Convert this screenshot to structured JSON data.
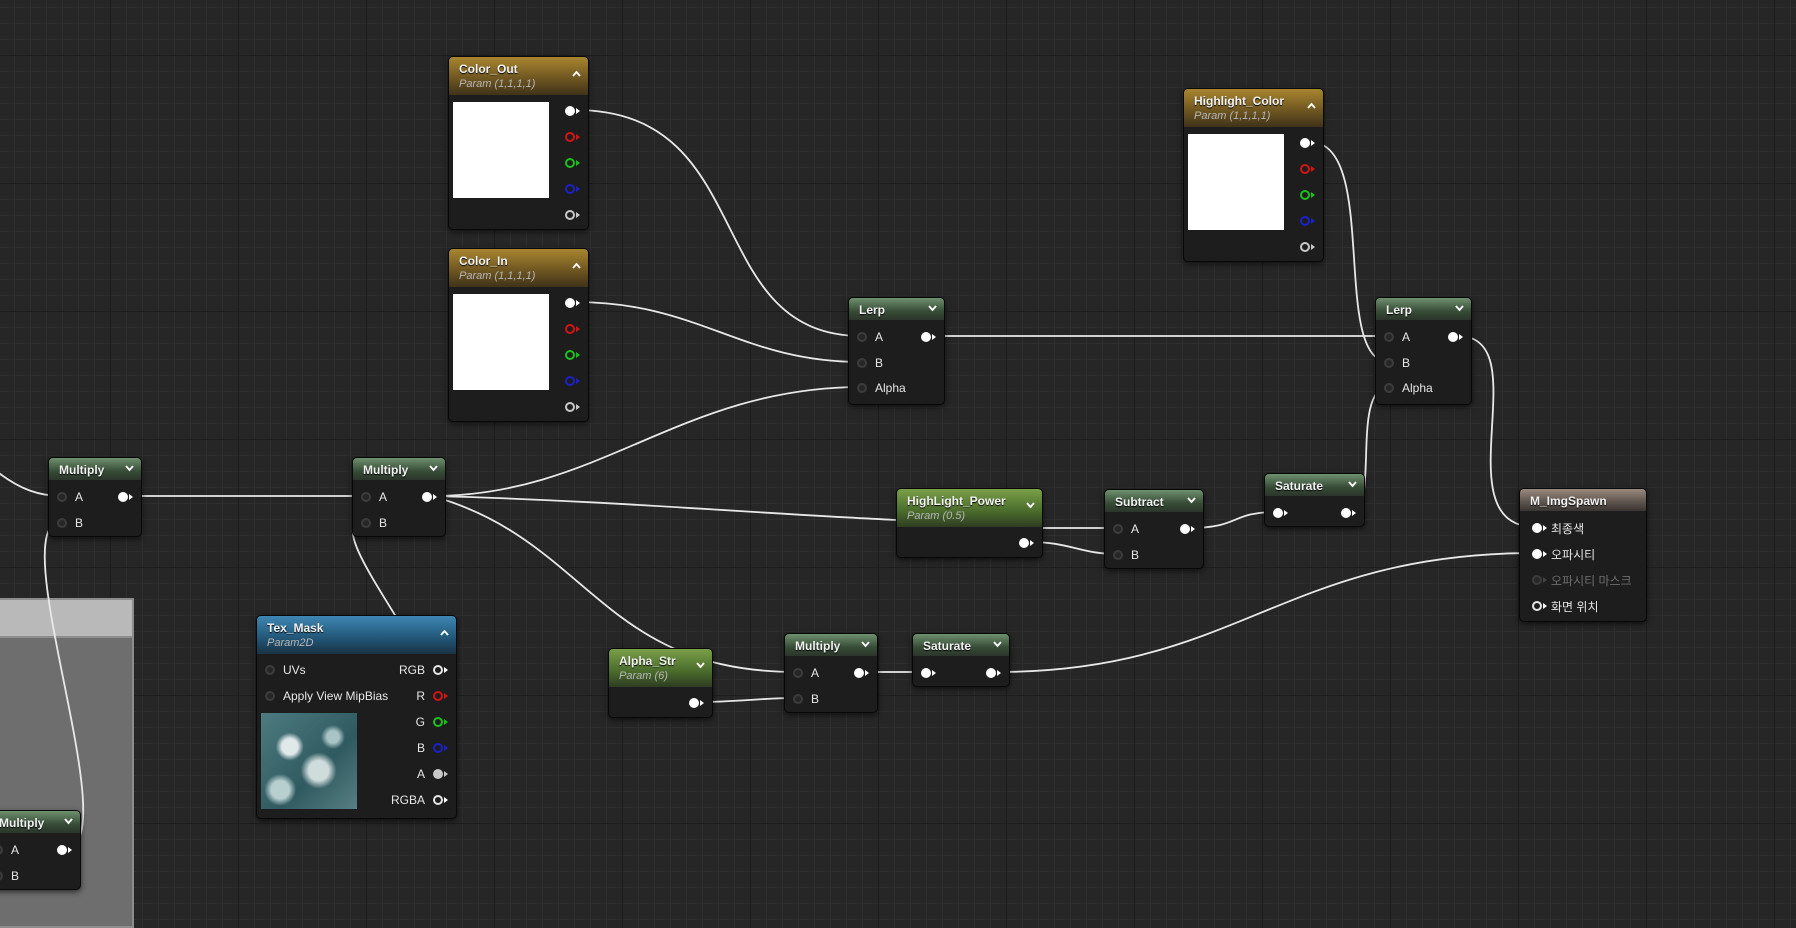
{
  "nodes": {
    "multiply_left": {
      "title": "Multiply",
      "pin_a": "A",
      "pin_b": "B"
    },
    "multiply_mid": {
      "title": "Multiply",
      "pin_a": "A",
      "pin_b": "B"
    },
    "multiply_bottomleft": {
      "title": "Multiply",
      "pin_a": "A",
      "pin_b": "B"
    },
    "multiply_bottom": {
      "title": "Multiply",
      "pin_a": "A",
      "pin_b": "B"
    },
    "color_out": {
      "title": "Color_Out",
      "subtitle": "Param (1,1,1,1)"
    },
    "color_in": {
      "title": "Color_In",
      "subtitle": "Param (1,1,1,1)"
    },
    "highlight_color": {
      "title": "Highlight_Color",
      "subtitle": "Param (1,1,1,1)"
    },
    "lerp_1": {
      "title": "Lerp",
      "pin_a": "A",
      "pin_b": "B",
      "pin_alpha": "Alpha"
    },
    "lerp_2": {
      "title": "Lerp",
      "pin_a": "A",
      "pin_b": "B",
      "pin_alpha": "Alpha"
    },
    "highlight_power": {
      "title": "HighLight_Power",
      "subtitle": "Param (0.5)"
    },
    "subtract": {
      "title": "Subtract",
      "pin_a": "A",
      "pin_b": "B"
    },
    "saturate_top": {
      "title": "Saturate"
    },
    "saturate_bottom": {
      "title": "Saturate"
    },
    "alpha_str": {
      "title": "Alpha_Str",
      "subtitle": "Param (6)"
    },
    "tex_mask": {
      "title": "Tex_Mask",
      "subtitle": "Param2D",
      "inputs": [
        "UVs",
        "Apply View MipBias"
      ],
      "outputs": [
        "RGB",
        "R",
        "G",
        "B",
        "A",
        "RGBA"
      ]
    },
    "material": {
      "title": "M_ImgSpawn",
      "pins": [
        "최종색",
        "오파시티",
        "오파시티 마스크",
        "화면 위치"
      ]
    }
  },
  "colors": {
    "canvas": "#262626",
    "wire": "#e8e8e8",
    "math_header": "#5f7f5f",
    "param_header": "#9a7b2c",
    "scalar_param_header": "#6d9442",
    "texture_header": "#2f77a5",
    "material_header": "#8c7d72"
  }
}
